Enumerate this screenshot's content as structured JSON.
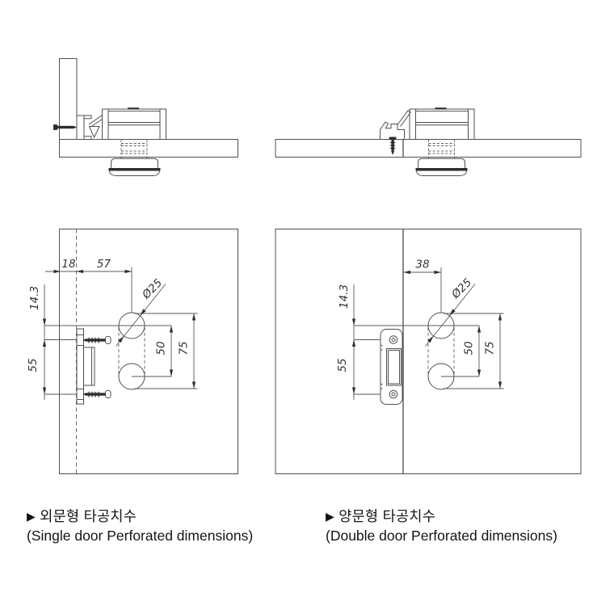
{
  "colors": {
    "line": "#4f4f4f",
    "dark_fill": "#2e2e2e",
    "text": "#333333",
    "background": "#ffffff"
  },
  "dimensions": {
    "single": {
      "door_edge_inset": "18",
      "hole_offset": "57",
      "latch_offset": "14.3",
      "screw_spacing": "55",
      "hole_spacing": "50",
      "overall_height": "75",
      "hole_diameter": "Ø25"
    },
    "double": {
      "hole_offset": "38",
      "latch_offset": "14.3",
      "screw_spacing": "55",
      "hole_spacing": "50",
      "overall_height": "75",
      "hole_diameter": "Ø25"
    }
  },
  "captions": {
    "single": {
      "marker": "▶",
      "title_ko": "외문형 타공치수",
      "title_en": "(Single door Perforated dimensions)"
    },
    "double": {
      "marker": "▶",
      "title_ko": "양문형 타공치수",
      "title_en": "(Double door Perforated dimensions)"
    }
  }
}
